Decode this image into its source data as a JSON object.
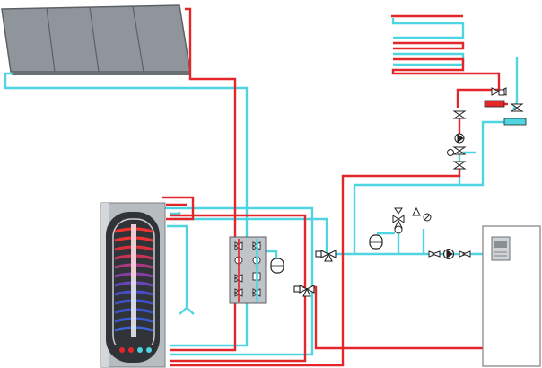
{
  "diagram": {
    "kind": "solar thermal heating system schematic",
    "colors": {
      "hot_pipe": "#e3262a",
      "cold_pipe": "#4fd5e2",
      "panel": "#8f959a",
      "panel_edge": "#5d6166",
      "tank_shell": "#b7bcc1",
      "tank_inner": "#303438",
      "coil_hot": "#d3232b",
      "coil_cold": "#3b50c9",
      "station_box": "#bfc4c8",
      "boiler_box": "#ffffff",
      "boiler_edge": "#808080"
    },
    "components": [
      {
        "id": "solar-collector",
        "icon": "solar-panel-icon"
      },
      {
        "id": "storage-tank",
        "icon": "tank-icon"
      },
      {
        "id": "solar-pump-station",
        "icon": "pump-station-icon"
      },
      {
        "id": "boiler",
        "icon": "boiler-icon"
      },
      {
        "id": "heating-circuit",
        "icon": "radiator-icon"
      },
      {
        "id": "expansion-vessel",
        "icon": "expansion-vessel-icon"
      },
      {
        "id": "mixing-valve",
        "icon": "three-way-valve-icon"
      },
      {
        "id": "circulation-pump",
        "icon": "pump-icon"
      },
      {
        "id": "safety-group",
        "icon": "safety-valve-icon"
      },
      {
        "id": "manifold",
        "icon": "manifold-icon"
      }
    ]
  }
}
